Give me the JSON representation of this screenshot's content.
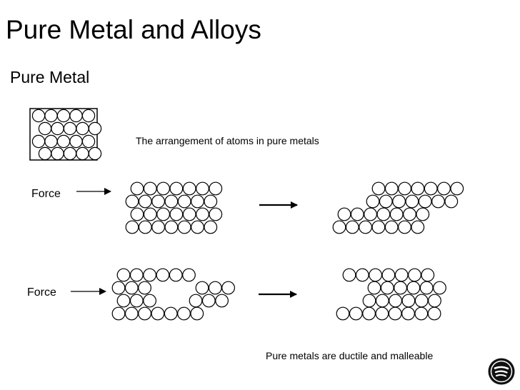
{
  "slide": {
    "title": "Pure Metal and Alloys",
    "subtitle": "Pure Metal"
  },
  "captions": {
    "arrangement": "The arrangement of atoms in pure metals",
    "ductile": "Pure metals are ductile and malleable"
  },
  "force_labels": {
    "top": "Force",
    "bottom": "Force"
  },
  "logo": {
    "icon": "spotify-icon"
  }
}
